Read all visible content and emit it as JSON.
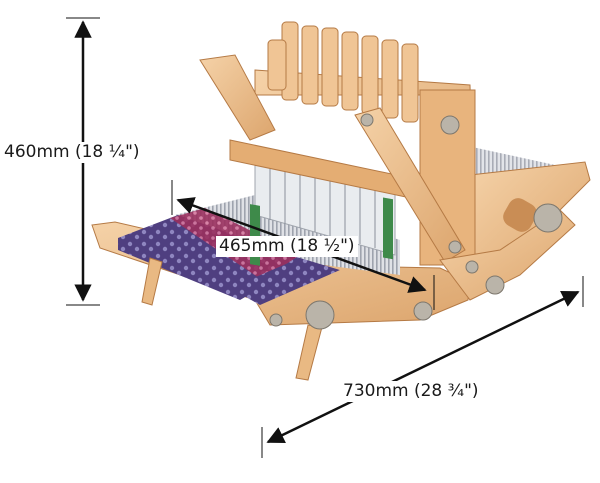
{
  "dimensions": {
    "height": "460mm (18 ¼\")",
    "width": "465mm (18 ½\")",
    "depth": "730mm (28 ¾\")"
  },
  "colors": {
    "wood_light": "#f0c595",
    "wood_mid": "#e2ae78",
    "wood_dark": "#c98d55",
    "warp_grey": "#b8bcc6",
    "cloth_purple": "#5a4a8c",
    "cloth_magenta": "#a83c6a",
    "knob_grey": "#b9b3a8",
    "arrow": "#111111"
  }
}
